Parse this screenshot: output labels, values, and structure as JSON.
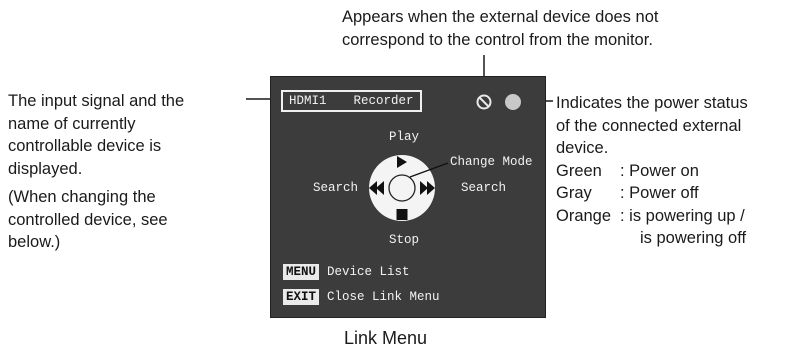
{
  "caption": "Link Menu",
  "callouts": {
    "top": [
      "Appears when the external device does not",
      "correspond to the control from the monitor."
    ],
    "left": [
      "The input signal and the",
      "name of currently",
      "controllable device is",
      "displayed."
    ],
    "left_note": [
      "(When changing the",
      "controlled device, see",
      "below.)"
    ],
    "right": [
      "Indicates the power status",
      "of the connected external",
      "device."
    ],
    "power_legend": [
      {
        "key": "Green",
        "value": ": Power on"
      },
      {
        "key": "Gray",
        "value": ": Power off"
      },
      {
        "key": "Orange",
        "value": ": is powering up /"
      }
    ],
    "power_legend_cont": "is powering off"
  },
  "screen": {
    "input": "HDMI1",
    "device": "Recorder",
    "controls": {
      "play": "Play",
      "stop": "Stop",
      "search_left": "Search",
      "search_right": "Search",
      "change_mode": "Change Mode"
    },
    "menu_key": "MENU",
    "menu_label": "Device List",
    "exit_key": "EXIT",
    "exit_label": "Close Link Menu"
  },
  "colors": {
    "screen_bg": "#3c3c3c",
    "power_indicator": "#c8c8c8"
  },
  "icons": [
    "no-control-icon",
    "power-status-indicator",
    "play-icon",
    "stop-icon",
    "rewind-icon",
    "fast-forward-icon",
    "center-button"
  ]
}
